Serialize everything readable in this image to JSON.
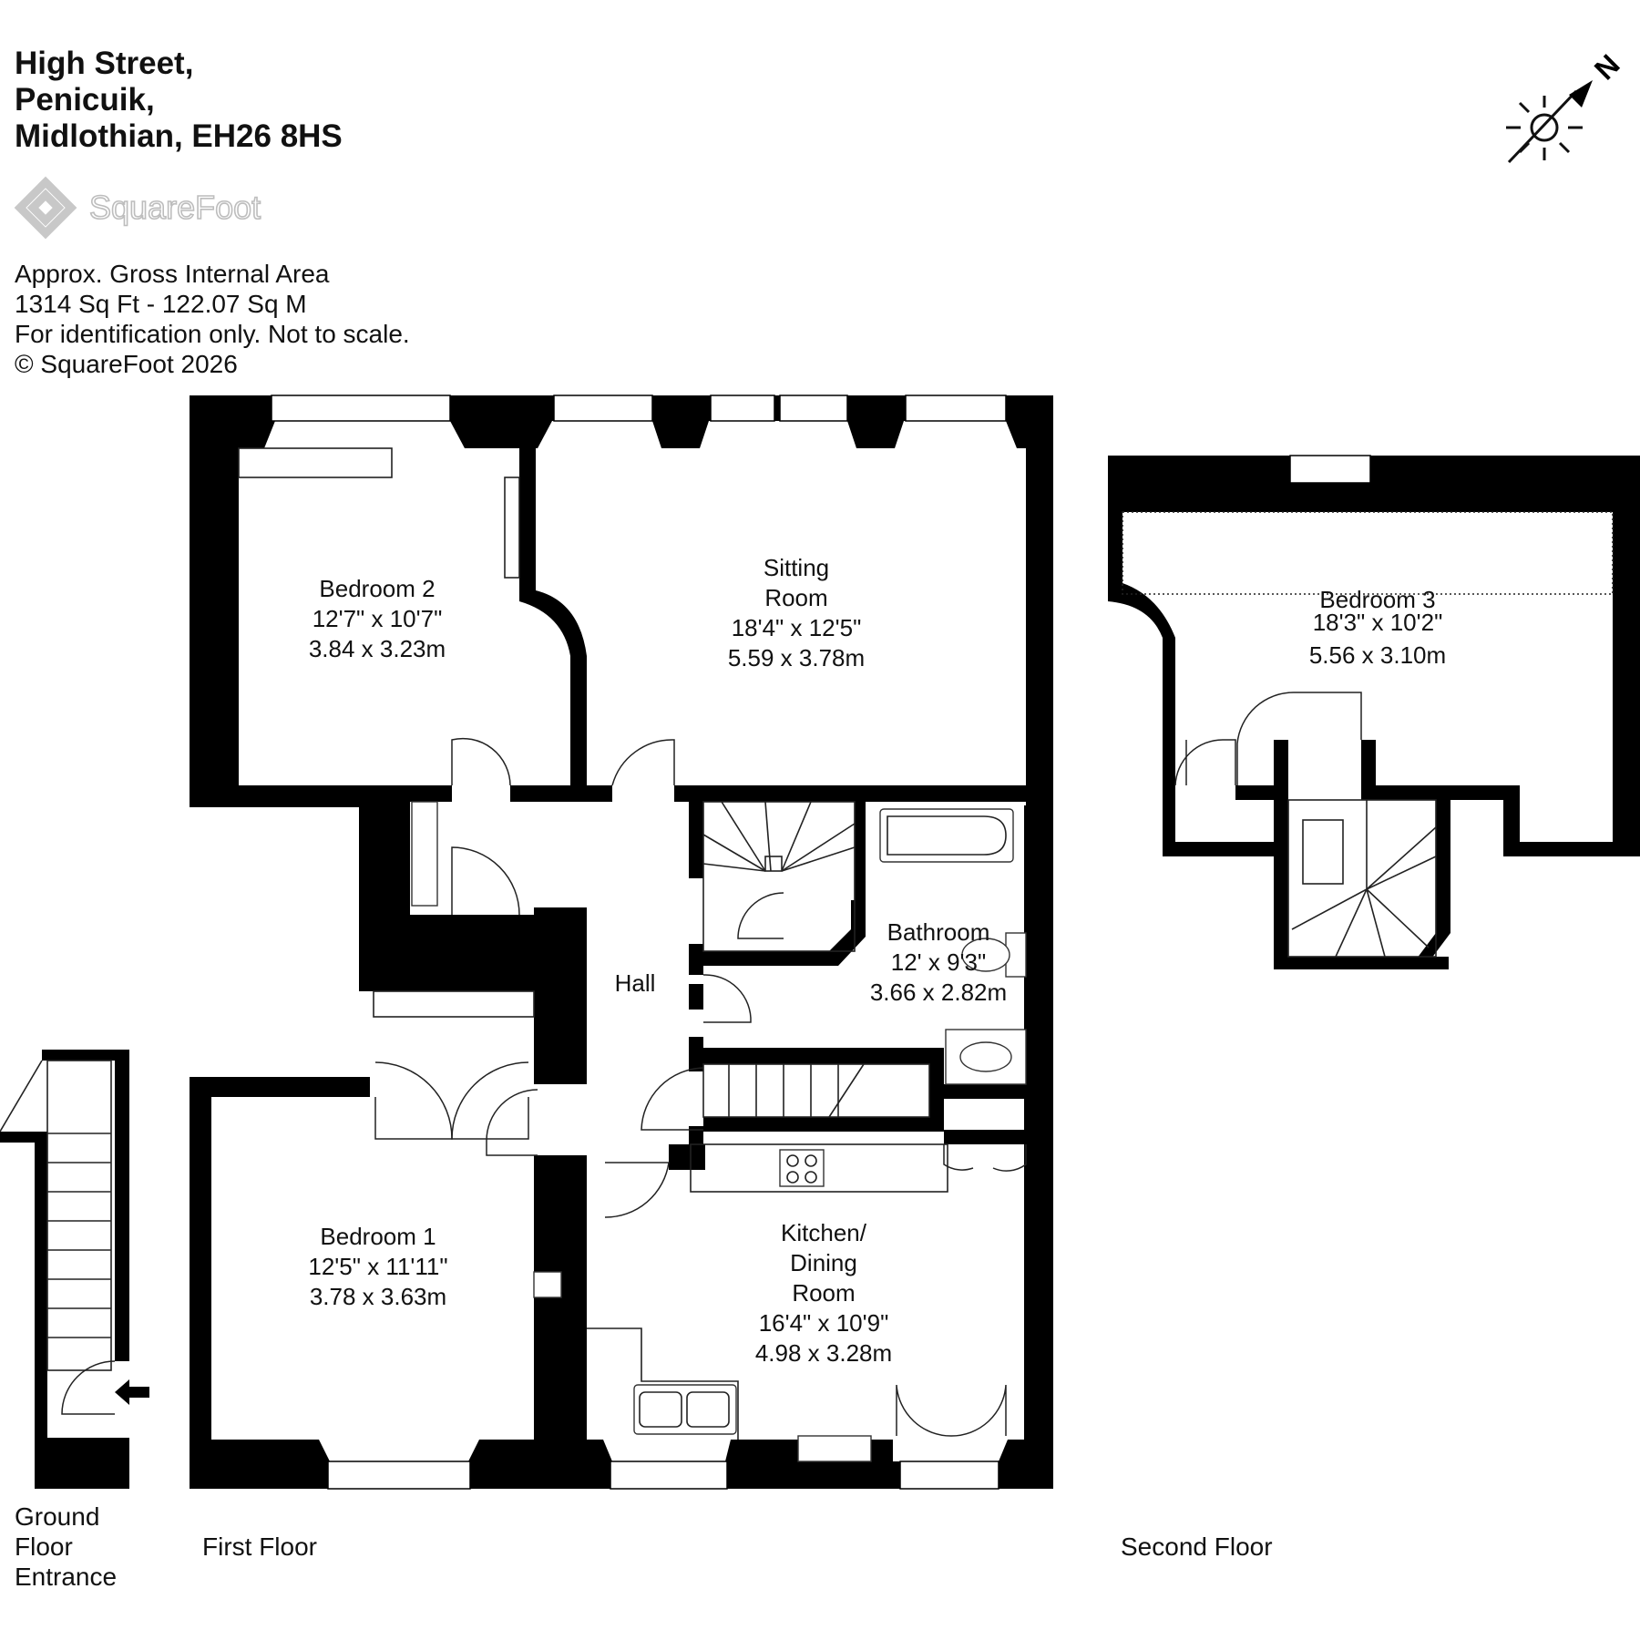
{
  "address": {
    "line1": "High Street,",
    "line2": "Penicuik,",
    "line3": "Midlothian, EH26 8HS"
  },
  "logo": {
    "text": "SquareFoot",
    "icon": "squarefoot-logo-icon"
  },
  "info": {
    "line1": "Approx. Gross Internal Area",
    "line2": "1314 Sq Ft  -  122.07 Sq M",
    "line3": "For identification only. Not to scale.",
    "line4": "© SquareFoot 2026"
  },
  "compass": {
    "north_label": "N",
    "icon": "sun-compass-icon"
  },
  "rooms": {
    "bedroom2": {
      "name": "Bedroom 2",
      "imperial": "12'7\" x 10'7\"",
      "metric": "3.84 x 3.23m"
    },
    "sitting": {
      "name_line1": "Sitting",
      "name_line2": "Room",
      "imperial": "18'4\" x 12'5\"",
      "metric": "5.59 x 3.78m"
    },
    "bedroom3": {
      "name": "Bedroom 3",
      "imperial": "18'3\" x 10'2\"",
      "metric": "5.56 x 3.10m"
    },
    "bathroom": {
      "name": "Bathroom",
      "imperial": "12' x 9'3\"",
      "metric": "3.66 x 2.82m"
    },
    "hall": {
      "name": "Hall"
    },
    "bedroom1": {
      "name": "Bedroom 1",
      "imperial": "12'5\" x 11'11\"",
      "metric": "3.78 x 3.63m"
    },
    "kitchen": {
      "name_line1": "Kitchen/",
      "name_line2": "Dining",
      "name_line3": "Room",
      "imperial": "16'4\" x 10'9\"",
      "metric": "4.98 x 3.28m"
    }
  },
  "floors": {
    "ground": {
      "line1": "Ground",
      "line2": "Floor",
      "line3": "Entrance"
    },
    "first": "First Floor",
    "second": "Second Floor"
  }
}
